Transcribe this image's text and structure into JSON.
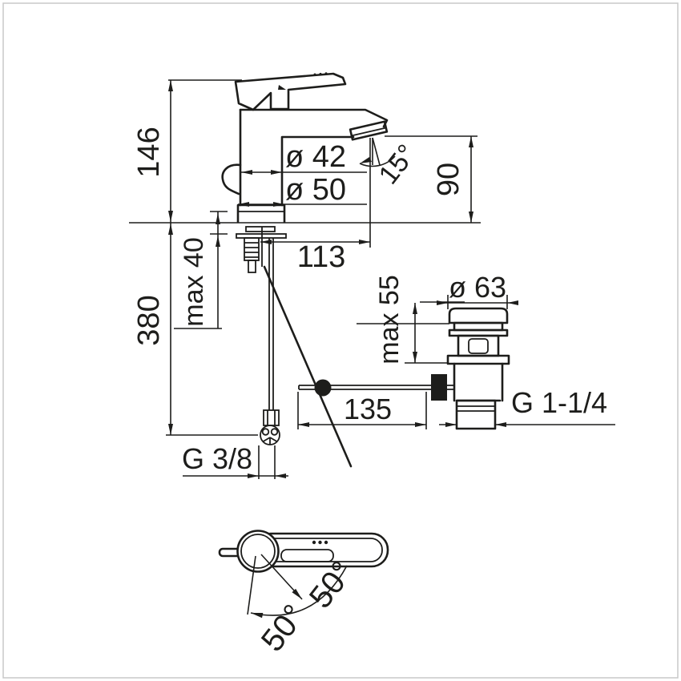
{
  "figure": {
    "type": "technical-drawing",
    "subject": "Single-lever basin mixer with pop-up waste: dimensioned side view, waste detail and plan view of handle swing",
    "units": "mm",
    "line_color": "#1d1d1b",
    "background_color": "#ffffff",
    "frame_color": "#c9c9c9"
  },
  "side_view": {
    "labels": {
      "height_above_deck": "146",
      "length_below_deck": "380",
      "max_deck_thickness": "max 40",
      "body_diameter": "ø 42",
      "base_diameter": "ø 50",
      "spout_reach": "113",
      "spout_angle": "15°",
      "outlet_height": "90",
      "hose_thread": "G 3/8"
    }
  },
  "waste_view": {
    "labels": {
      "cap_diameter": "ø 63",
      "max_clamping": "max 55",
      "rod_length": "135",
      "waste_thread": "G 1-1/4"
    }
  },
  "top_view": {
    "labels": {
      "swing_left": "50°",
      "swing_right": "50°"
    }
  }
}
